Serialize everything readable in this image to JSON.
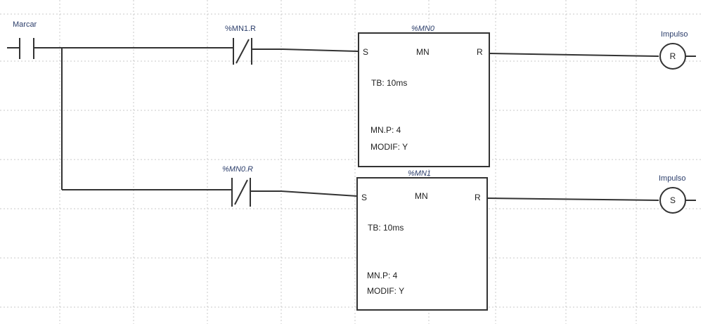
{
  "diagram": {
    "contact_marcar": {
      "label": "Marcar"
    },
    "contact_mn1r": {
      "label": "%MN1.R"
    },
    "contact_mn0r": {
      "label": "%MN0.R"
    },
    "block_mn0": {
      "name": "%MN0",
      "type": "MN",
      "input_pin": "S",
      "output_pin": "R",
      "tb": "TB:  10ms",
      "preset": "MN.P: 4",
      "modif": "MODIF:  Y"
    },
    "block_mn1": {
      "name": "%MN1",
      "type": "MN",
      "input_pin": "S",
      "output_pin": "R",
      "tb": "TB:  10ms",
      "preset": "MN.P: 4",
      "modif": "MODIF:  Y"
    },
    "coil_reset": {
      "label": "Impulso",
      "letter": "R"
    },
    "coil_set": {
      "label": "Impulso",
      "letter": "S"
    }
  }
}
